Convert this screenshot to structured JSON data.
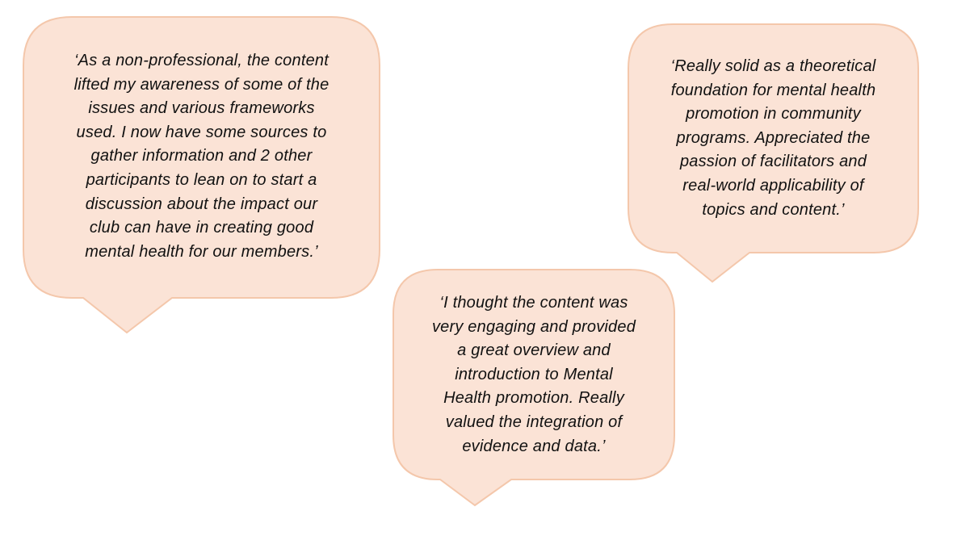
{
  "colors": {
    "bubble_fill": "#fbe3d6",
    "bubble_stroke": "#f4c7ab",
    "text": "#111111"
  },
  "quotes": [
    {
      "lines": [
        "‘As a non-professional, the content",
        "lifted my awareness of some of the",
        "issues and various frameworks",
        "used. I now have some sources to",
        "gather information and 2 other",
        "participants to lean on to start a",
        "discussion about the impact our",
        "club can have in creating good",
        "mental health for our members.’"
      ]
    },
    {
      "lines": [
        "‘Really solid as a theoretical",
        "foundation for mental health",
        "promotion in community",
        "programs. Appreciated the",
        "passion of facilitators and",
        "real-world applicability of",
        "topics and content.’"
      ]
    },
    {
      "lines": [
        "‘I thought the content was",
        "very engaging and provided",
        "a great overview and",
        "introduction to Mental",
        "Health promotion. Really",
        "valued the integration of",
        "evidence and data.’"
      ]
    }
  ]
}
